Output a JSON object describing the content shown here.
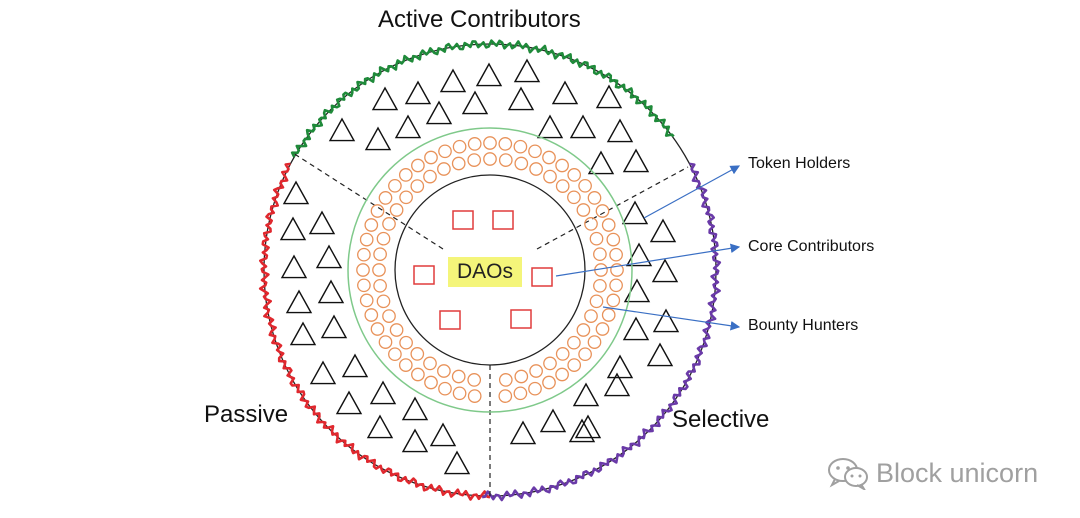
{
  "diagram": {
    "center_label": "DAOs",
    "sectors": {
      "active": "Active Contributors",
      "passive": "Passive",
      "selective": "Selective"
    },
    "callouts": {
      "token_holders": "Token Holders",
      "core_contributors": "Core Contributors",
      "bounty_hunters": "Bounty Hunters"
    },
    "shapes": {
      "outer_ring": "triangle",
      "middle_ring": "circle",
      "core": "square"
    },
    "colors": {
      "active_arc": "#1f8a3a",
      "passive_arc": "#e0282e",
      "selective_arc": "#6a3aa8",
      "middle_ring_circles": "#e8925a",
      "core_squares": "#e03c3c",
      "green_ring": "#7fc98a",
      "arrows": "#3a6fc4",
      "center_highlight": "#f4f57a"
    }
  },
  "watermark": {
    "text": "Block unicorn",
    "icon": "wechat-icon"
  }
}
